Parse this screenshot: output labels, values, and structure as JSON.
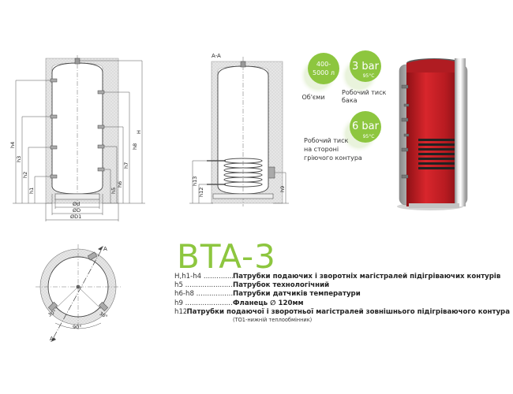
{
  "model": "BTA-3",
  "section_label": "A-A",
  "arrow_label": "A",
  "angle_label": "90°",
  "angle_small_a": "30°",
  "angle_small_b": "30°",
  "front_view": {
    "height_labels": [
      "h4",
      "h3",
      "h2",
      "h1",
      "h8",
      "h7",
      "h6",
      "h5",
      "H"
    ],
    "diameter_labels": [
      "Ød",
      "ØD",
      "ØD1"
    ]
  },
  "section_view": {
    "height_labels": [
      "h13",
      "h12",
      "h9"
    ]
  },
  "badges": [
    {
      "value": "400-\n5000 л",
      "caption": "Об'єми",
      "color": "#8dc63f"
    },
    {
      "value": "3 bar",
      "sub": "95°C",
      "caption": "Робочий тиск\nбака",
      "color": "#8dc63f"
    },
    {
      "value": "6 bar",
      "sub": "95°C",
      "caption": "Робочий тиск\nна стороні\nгріючого контура",
      "color": "#8dc63f"
    }
  ],
  "specs": [
    {
      "code": "H,h1-h4",
      "desc": "Патрубки подаючих і зворотніх магістралей підігріваючих контурів"
    },
    {
      "code": "h5",
      "desc": "Патрубок технологічний"
    },
    {
      "code": "h6-h8",
      "desc": "Патрубки датчиків температури"
    },
    {
      "code": "h9",
      "desc": "Фланець ∅ 120мм"
    },
    {
      "code": "h12-h13",
      "desc": "Патрубки подаючої  і зворотньої магістралей зовнішнього підігріваючого контура",
      "note": "(ТО1-нижній теплообмінник)"
    }
  ],
  "colors": {
    "accent": "#8dc63f",
    "tank": "#cc2127",
    "insulation": "#d9d9d9",
    "jacket": "#c0c0c0"
  }
}
